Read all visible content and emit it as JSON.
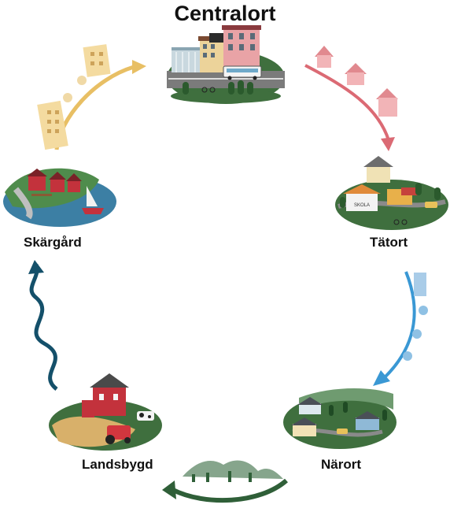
{
  "title": "Centralort",
  "stages": {
    "tatort": "Tätort",
    "narort": "Närort",
    "landsbygd": "Landsbygd",
    "skargard": "Skärgård"
  },
  "sign": "SKOLA",
  "colors": {
    "arrow_centralort": "#e8bf64",
    "arrow_tatort": "#db6a74",
    "arrow_narort": "#3a98d4",
    "arrow_landsbygd": "#2f5f38",
    "arrow_skargard": "#14506a"
  }
}
